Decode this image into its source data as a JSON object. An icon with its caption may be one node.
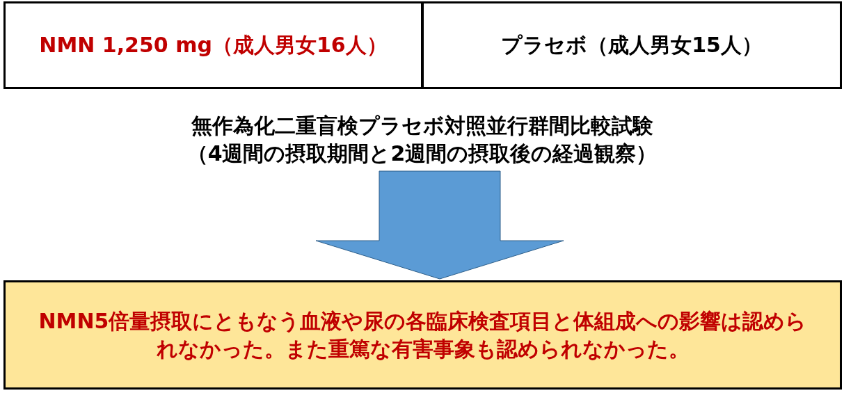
{
  "diagram": {
    "nodes": [
      {
        "text": [
          "NMN 1,250 mg（成人男女16人）"
        ]
      },
      {
        "text": [
          "プラセボ（成人男女15人）"
        ]
      },
      {
        "text": [
          "無作為化二重盲検プラセボ対照並行群間比較試験",
          "（4週間の摂取期間と2週間の摂取後の経過観察）"
        ]
      },
      {
        "text": [
          "NMN5倍量摂取にともなう血液や尿の各臨床検査項目と体組成への影響は認められなかった。また重篤な有害事象も認められなかった。"
        ]
      }
    ],
    "edges": [
      {
        "from": 2,
        "to": 3,
        "arrow": "to"
      }
    ]
  }
}
